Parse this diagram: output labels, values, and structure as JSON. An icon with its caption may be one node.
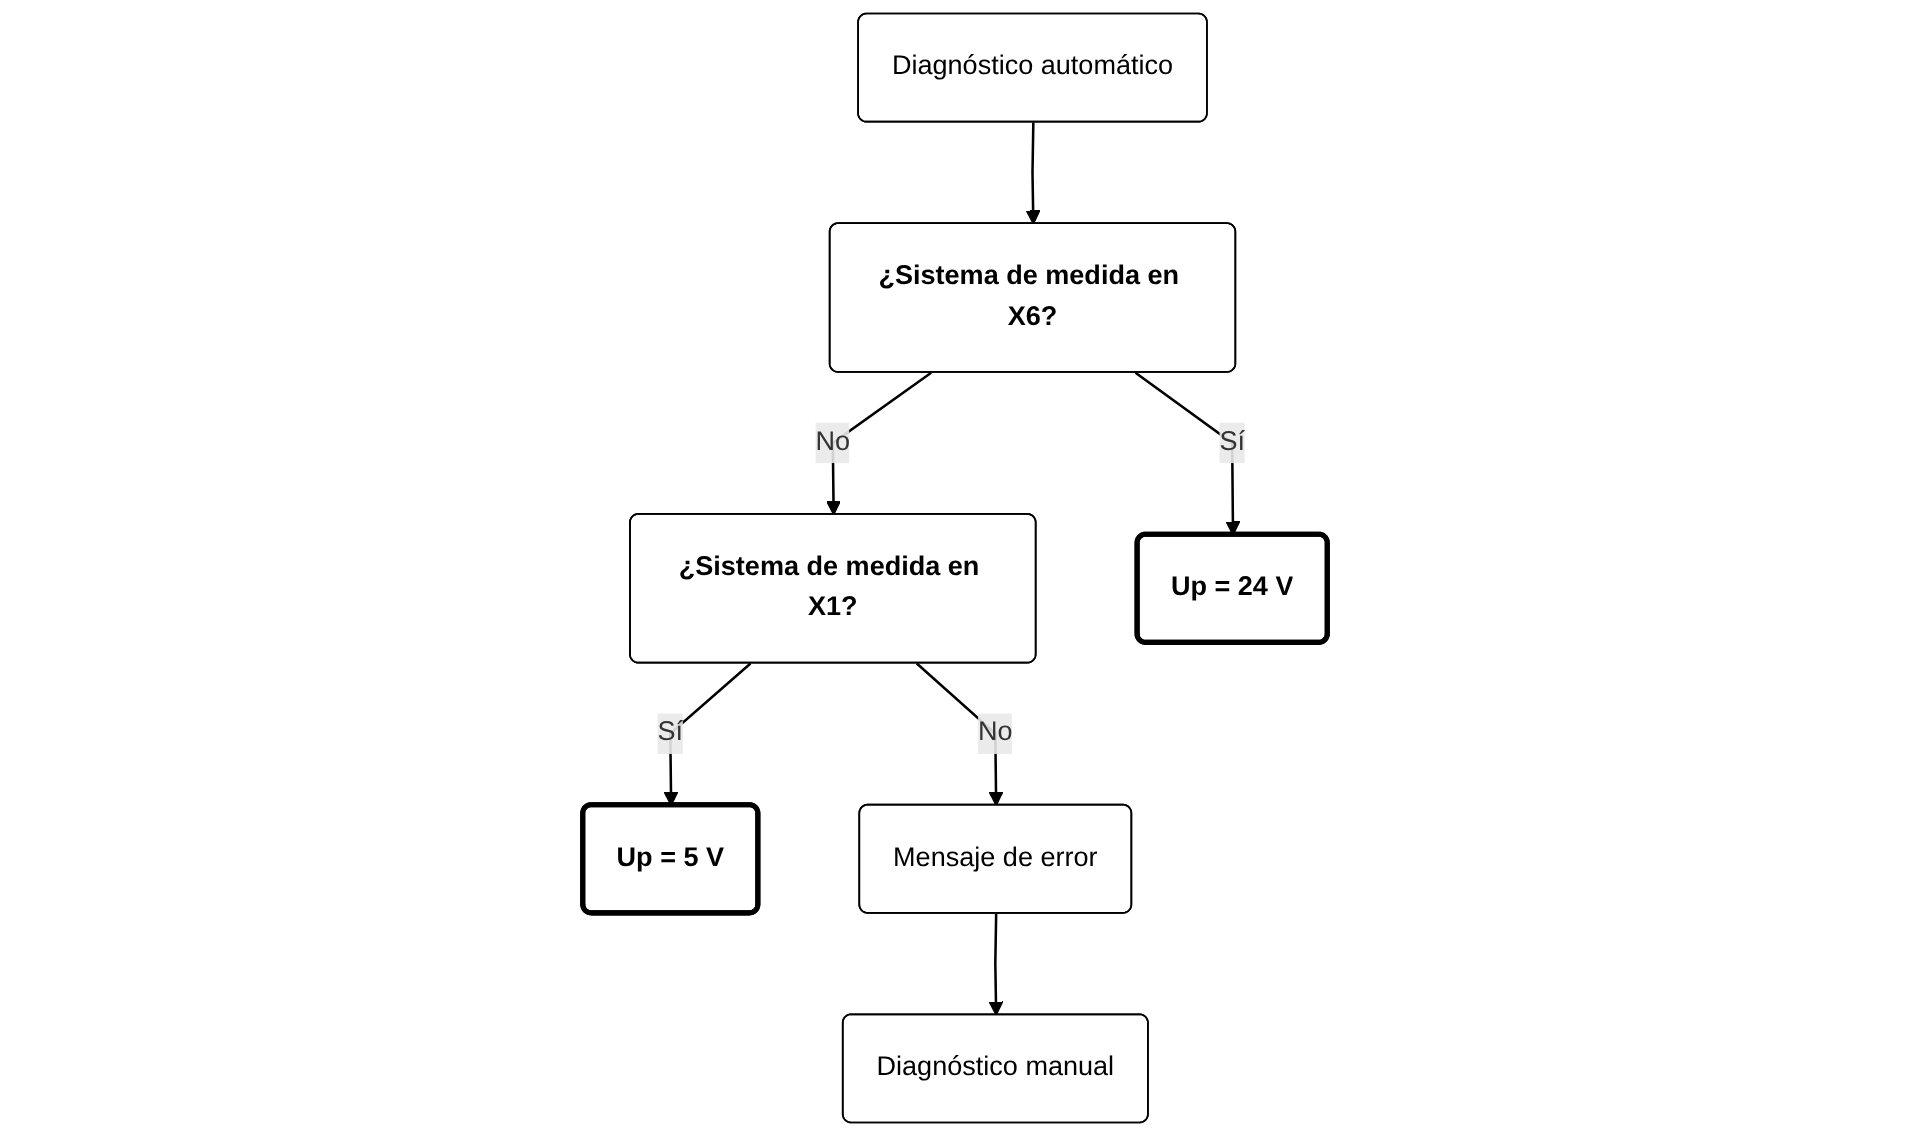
{
  "diagram": {
    "nodes": [
      {
        "text": [
          "Diagnóstico automático"
        ]
      },
      {
        "text": [
          "¿Sistema de medida en X6?"
        ]
      },
      {
        "text": [
          "¿Sistema de medida en X1?"
        ]
      },
      {
        "text": [
          "Up = 24 V"
        ]
      },
      {
        "text": [
          "Up = 5 V"
        ]
      },
      {
        "text": [
          "Mensaje de error"
        ]
      },
      {
        "text": [
          "Diagnóstico manual"
        ]
      }
    ],
    "edges": [
      {
        "from": 0,
        "to": 1,
        "arrow": "to"
      },
      {
        "from": 1,
        "to": 2,
        "arrow": "to",
        "label": "No"
      },
      {
        "from": 1,
        "to": 3,
        "arrow": "to",
        "label": "Sí"
      },
      {
        "from": 2,
        "to": 4,
        "arrow": "to",
        "label": "Sí"
      },
      {
        "from": 2,
        "to": 5,
        "arrow": "to",
        "label": "No"
      },
      {
        "from": 5,
        "to": 6,
        "arrow": "to"
      }
    ]
  }
}
